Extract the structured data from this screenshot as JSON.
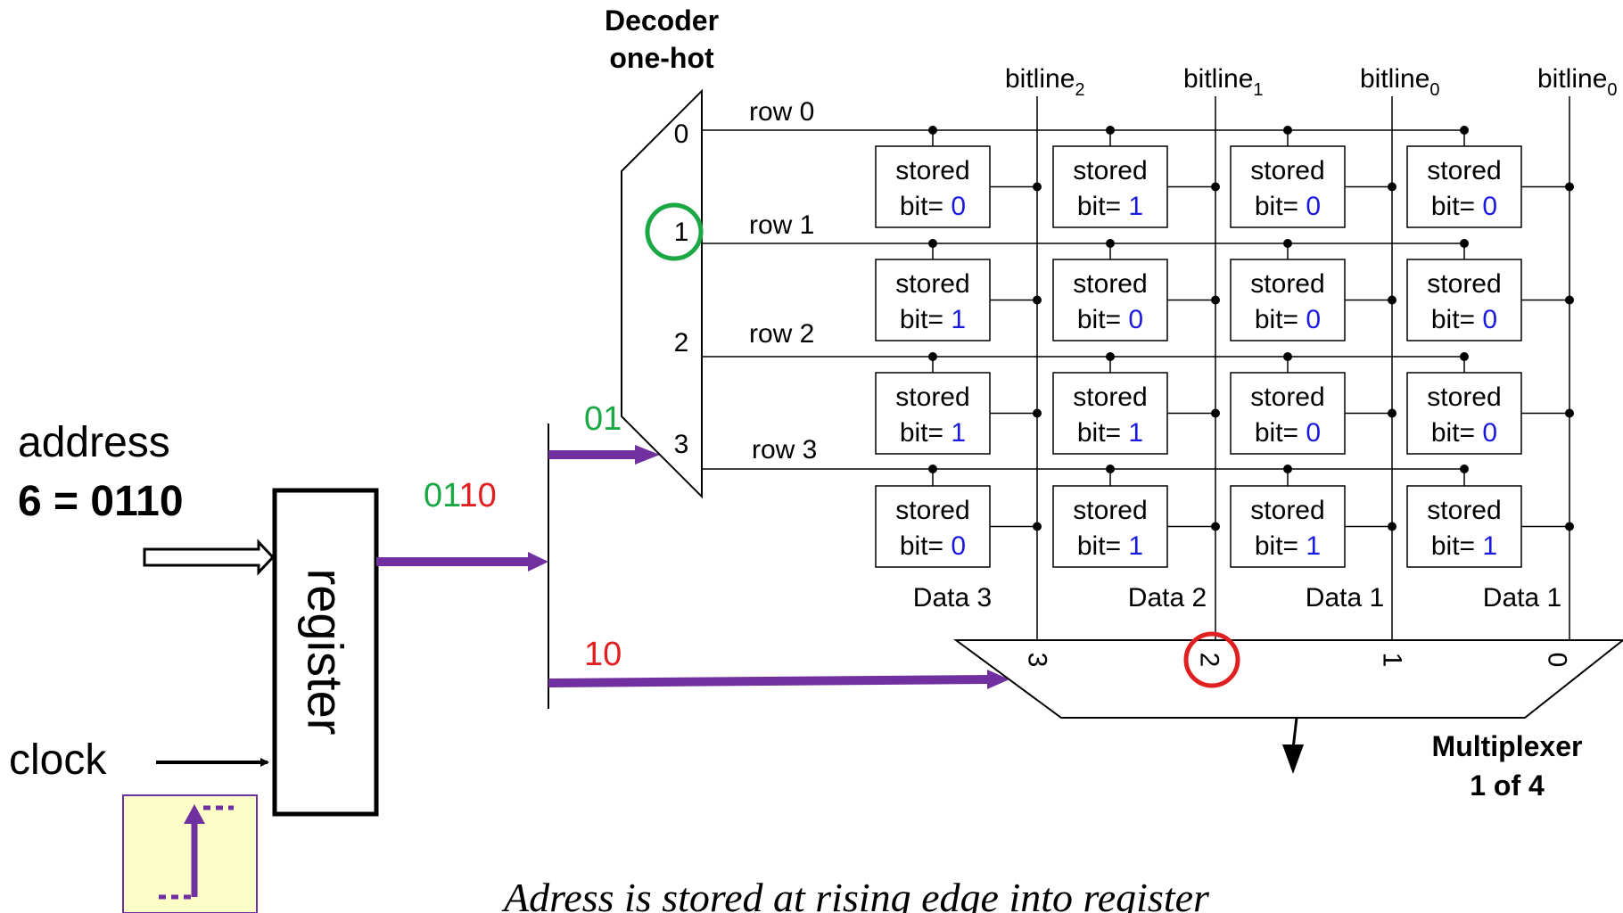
{
  "decoder": {
    "title_line1": "Decoder",
    "title_line2": "one-hot",
    "outputs": [
      "0",
      "1",
      "2",
      "3"
    ],
    "input_bits": "01",
    "highlighted_output": "1"
  },
  "rows": [
    "row 0",
    "row 1",
    "row 2",
    "row 3"
  ],
  "bitlines": [
    {
      "label": "bitline",
      "sub": "2"
    },
    {
      "label": "bitline",
      "sub": "1"
    },
    {
      "label": "bitline",
      "sub": "0"
    },
    {
      "label": "bitline",
      "sub": "0"
    }
  ],
  "cells": {
    "line1": "stored",
    "line2": "bit=",
    "bits": [
      [
        "0",
        "1",
        "0",
        "0"
      ],
      [
        "1",
        "0",
        "0",
        "0"
      ],
      [
        "1",
        "1",
        "0",
        "0"
      ],
      [
        "0",
        "1",
        "1",
        "1"
      ]
    ]
  },
  "data_labels": [
    "Data 3",
    "Data 2",
    "Data 1",
    "Data 1"
  ],
  "mux": {
    "inputs": [
      "3",
      "2",
      "1",
      "0"
    ],
    "select_bits": "10",
    "highlighted_input": "2",
    "title_line1": "Multiplexer",
    "title_line2": "1 of 4"
  },
  "address": {
    "label": "address",
    "value": "6 = 0110",
    "bus_bits_green": "01",
    "bus_bits_red": "10"
  },
  "clock": {
    "label": "clock"
  },
  "register": {
    "label": "register"
  },
  "caption": "Adress is stored at rising edge into register",
  "colors": {
    "green": "#1aa845",
    "red": "#e02020",
    "blue": "#1a1adf",
    "bus": "#7030a0",
    "clock_bg": "#fdfdc8",
    "clock_border": "#7030a0",
    "highlight_green": "#1aa845",
    "highlight_red": "#e02020"
  }
}
